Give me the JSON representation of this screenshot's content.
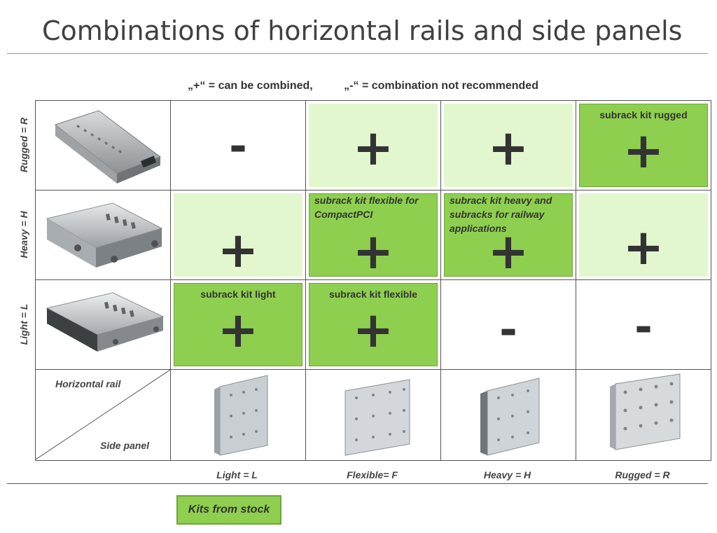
{
  "title": "Combinations of horizontal rails and side panels",
  "legend": {
    "plus": "„+“ = can be combined,",
    "minus": "„-“ = combination not recommended"
  },
  "rows": [
    {
      "label": "Rugged = R",
      "cells": [
        {
          "symbol": "-",
          "fill": "none",
          "kit": ""
        },
        {
          "symbol": "+",
          "fill": "light",
          "kit": ""
        },
        {
          "symbol": "+",
          "fill": "light",
          "kit": ""
        },
        {
          "symbol": "+",
          "fill": "dark",
          "kit": "subrack kit rugged"
        }
      ]
    },
    {
      "label": "Heavy = H",
      "cells": [
        {
          "symbol": "+",
          "fill": "light",
          "kit": ""
        },
        {
          "symbol": "+",
          "fill": "dark",
          "kit": "subrack kit flexible for CompactPCI"
        },
        {
          "symbol": "+",
          "fill": "dark",
          "kit": "subrack kit heavy and subracks for railway applications"
        },
        {
          "symbol": "+",
          "fill": "light",
          "kit": ""
        }
      ]
    },
    {
      "label": "Light = L",
      "cells": [
        {
          "symbol": "+",
          "fill": "dark",
          "kit": "subrack kit light"
        },
        {
          "symbol": "+",
          "fill": "dark",
          "kit": "subrack kit flexible"
        },
        {
          "symbol": "-",
          "fill": "none",
          "kit": ""
        },
        {
          "symbol": "-",
          "fill": "none",
          "kit": ""
        }
      ]
    }
  ],
  "corner": {
    "top": "Horizontal rail",
    "bottom": "Side panel"
  },
  "columns": [
    "Light = L",
    "Flexible= F",
    "Heavy = H",
    "Rugged = R"
  ],
  "stock_label": "Kits from stock",
  "colors": {
    "light_green": "#e3f7cf",
    "dark_green": "#8ecf4f",
    "border_green": "#6ea53a"
  }
}
